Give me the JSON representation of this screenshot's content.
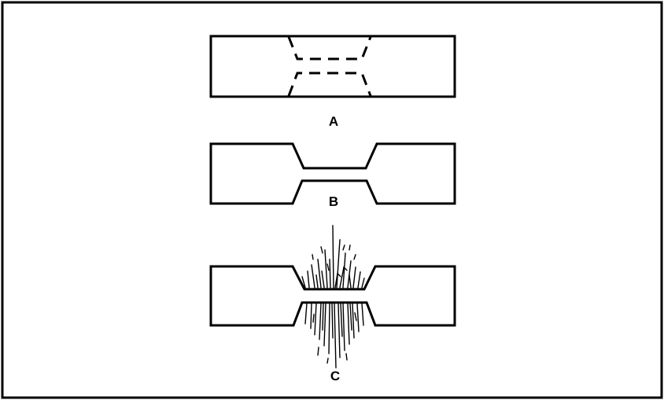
{
  "diagram": {
    "panels": [
      {
        "id": "a",
        "label": "A",
        "state": "bar with dashed neck outline"
      },
      {
        "id": "b",
        "label": "B",
        "state": "necked bar"
      },
      {
        "id": "c",
        "label": "C",
        "state": "necked bar with filament growth"
      }
    ],
    "colors": {
      "stroke": "#000000",
      "background": "#ffffff"
    }
  }
}
